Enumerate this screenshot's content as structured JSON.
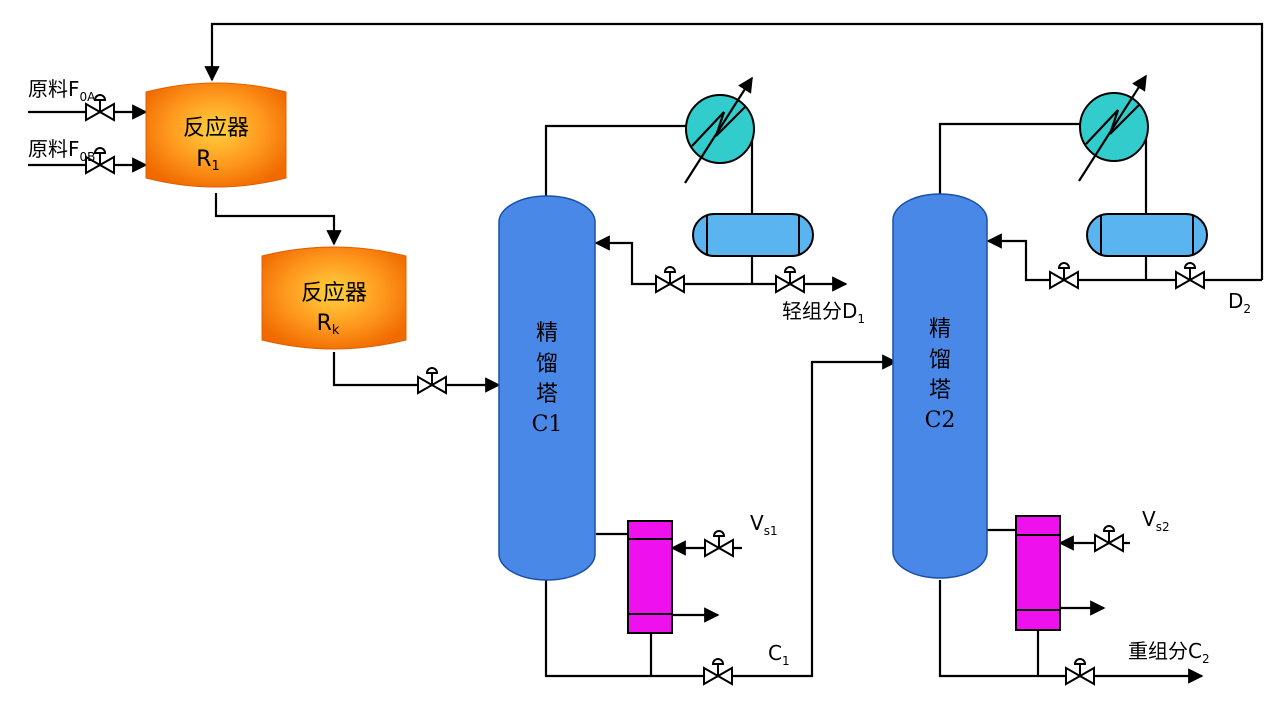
{
  "feeds": {
    "feed_a": {
      "label": "原料F",
      "sub": "0A"
    },
    "feed_b": {
      "label": "原料F",
      "sub": "0B"
    }
  },
  "reactors": {
    "r1": {
      "name": "反应器",
      "id": "R",
      "sub": "1"
    },
    "rk": {
      "name": "反应器",
      "id": "R",
      "sub": "k"
    }
  },
  "columns": {
    "c1": {
      "chars": [
        "精",
        "馏",
        "塔"
      ],
      "id": "C1"
    },
    "c2": {
      "chars": [
        "精",
        "馏",
        "塔"
      ],
      "id": "C2"
    }
  },
  "streams": {
    "d1": {
      "label": "轻组分D",
      "sub": "1"
    },
    "d2": {
      "label": "D",
      "sub": "2"
    },
    "c1_bottom": {
      "label": "C",
      "sub": "1"
    },
    "c2_bottom": {
      "label": "重组分C",
      "sub": "2"
    },
    "vs1": {
      "label": "V",
      "sub": "s1"
    },
    "vs2": {
      "label": "V",
      "sub": "s2"
    }
  },
  "colors": {
    "reactor_fill": "#FF8C1A",
    "reactor_glow": "#FFD23F",
    "column_fill": "#4A88E8",
    "condenser_fill": "#33CCCC",
    "drum_fill": "#5AB4F0",
    "reboiler_fill": "#EE11EE"
  }
}
